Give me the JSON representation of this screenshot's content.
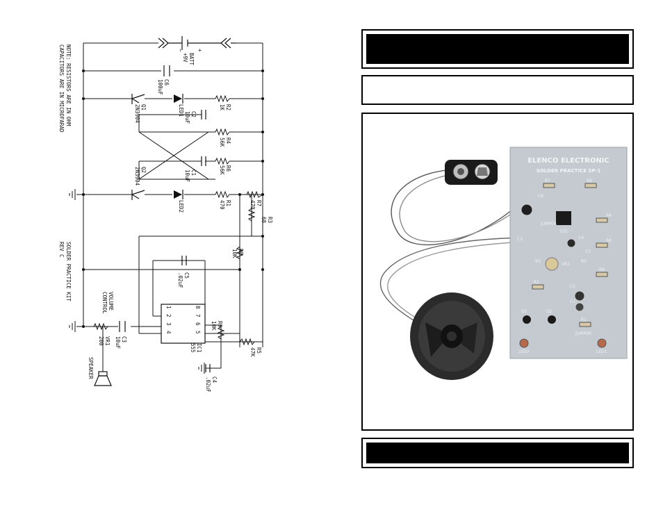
{
  "schematic": {
    "note_line1": "NOTE: RESISTORS ARE IN OHM",
    "note_line2": "CAPACITORS ARE IN MICROFARAD",
    "title_line1": "SOLDER PRACTICE KIT",
    "title_line2": "REV C",
    "batt_label": "BATT",
    "batt_value": "+9V",
    "batt_plus": "+",
    "batt_minus": "−",
    "c6_label": "C6",
    "c6_value": "100uF",
    "q1_label": "Q1",
    "q1_value": "2N3904",
    "q2_label": "Q2",
    "q2_value": "2N3904",
    "led1_label": "LED1",
    "led2_label": "LED2",
    "r2_label": "R2",
    "r2_value": "1K",
    "c2_label": "C2",
    "c2_value": "10uF",
    "r4_label": "R4",
    "r4_value": "56K",
    "r6_label": "R6",
    "r6_value": "56K",
    "c1_label": "C1",
    "c1_value": "10uF",
    "r1_label": "R1",
    "r1_value": "470",
    "r7_label": "R7",
    "r7_value": "470",
    "r3_label": "R3",
    "r3_value": "68",
    "r8_label": "R8",
    "r8_value": "10K",
    "c5_label": "C5",
    "c5_value": ".02uF",
    "r9_label": "R9",
    "r9_value": "10K",
    "ic_label": "IC1",
    "ic_value": "555",
    "r5_label": "R5",
    "r5_value": "47K",
    "c4_label": "C4",
    "c4_value": ".02uF",
    "c3_label": "C3",
    "c3_value": "10uF",
    "vr1_label": "VR1",
    "vr1_value": "200",
    "volume_line1": "VOLUME",
    "volume_line2": "CONTROL",
    "speaker_label": "SPEAKER",
    "pins": [
      "1",
      "2",
      "3",
      "4",
      "8",
      "7",
      "6",
      "5"
    ]
  },
  "photo": {
    "pcb_title": "ELENCO ELECTRONIC",
    "pcb_subtitle": "SOLDER PRACTICE SP-1",
    "chip_label": "555",
    "labels": [
      "R1",
      "R2",
      "R3",
      "R4",
      "R5",
      "R6",
      "R7",
      "R8",
      "R9",
      "C1",
      "C2",
      "C3",
      "C4",
      "C5",
      "C6",
      "Q1",
      "Q2",
      "VR1",
      "LED1",
      "LED2",
      "JUMPER",
      "JUMPER"
    ]
  },
  "colors": {
    "pcb": "#c4cacf",
    "banner": "#000000",
    "ink": "#111111"
  }
}
